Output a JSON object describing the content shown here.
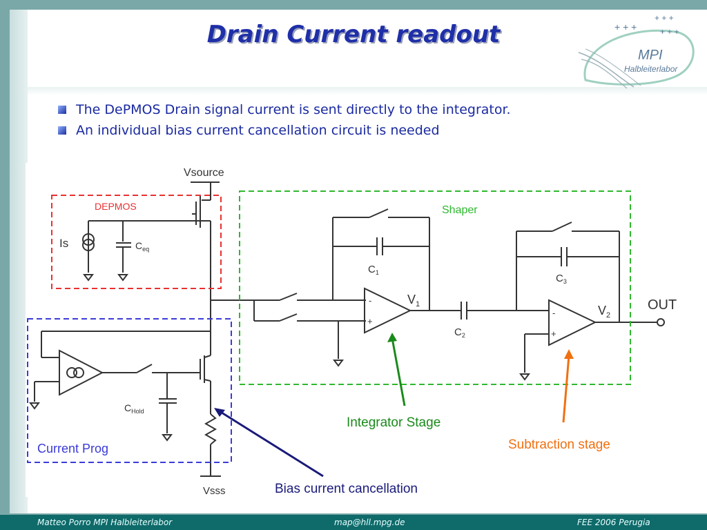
{
  "slide": {
    "title": "Drain Current readout",
    "bullets": [
      "The DePMOS Drain signal current is sent directly to the integrator.",
      "An individual bias current cancellation circuit is needed"
    ]
  },
  "logo": {
    "line1": "MPI",
    "line2": "Halbleiterlabor"
  },
  "diagram": {
    "vsource_label": "Vsource",
    "vsss_label": "Vsss",
    "depmos_box_label": "DEPMOS",
    "is_label": "Is",
    "ceq_label": "C",
    "ceq_sub": "eq",
    "chold_label": "C",
    "chold_sub": "Hold",
    "current_prog_label": "Current Prog",
    "shaper_label": "Shaper",
    "c1_label": "C",
    "c1_sub": "1",
    "c2_label": "C",
    "c2_sub": "2",
    "c3_label": "C",
    "c3_sub": "3",
    "v1_label": "V",
    "v1_sub": "1",
    "v2_label": "V",
    "v2_sub": "2",
    "out_label": "OUT",
    "integrator_annotation": "Integrator Stage",
    "subtraction_annotation": "Subtraction stage",
    "bias_annotation": "Bias current cancellation",
    "colors": {
      "depmos_box": "#e83030",
      "current_prog_box": "#3a3ad8",
      "shaper_box": "#2eb82e",
      "integrator_arrow": "#1a8a1a",
      "subtraction_arrow": "#f07010",
      "bias_arrow": "#1a1a7a"
    }
  },
  "footer": {
    "author": "Matteo Porro  MPI Halbleiterlabor",
    "email": "map@hll.mpg.de",
    "event": "FEE 2006 Perugia"
  }
}
